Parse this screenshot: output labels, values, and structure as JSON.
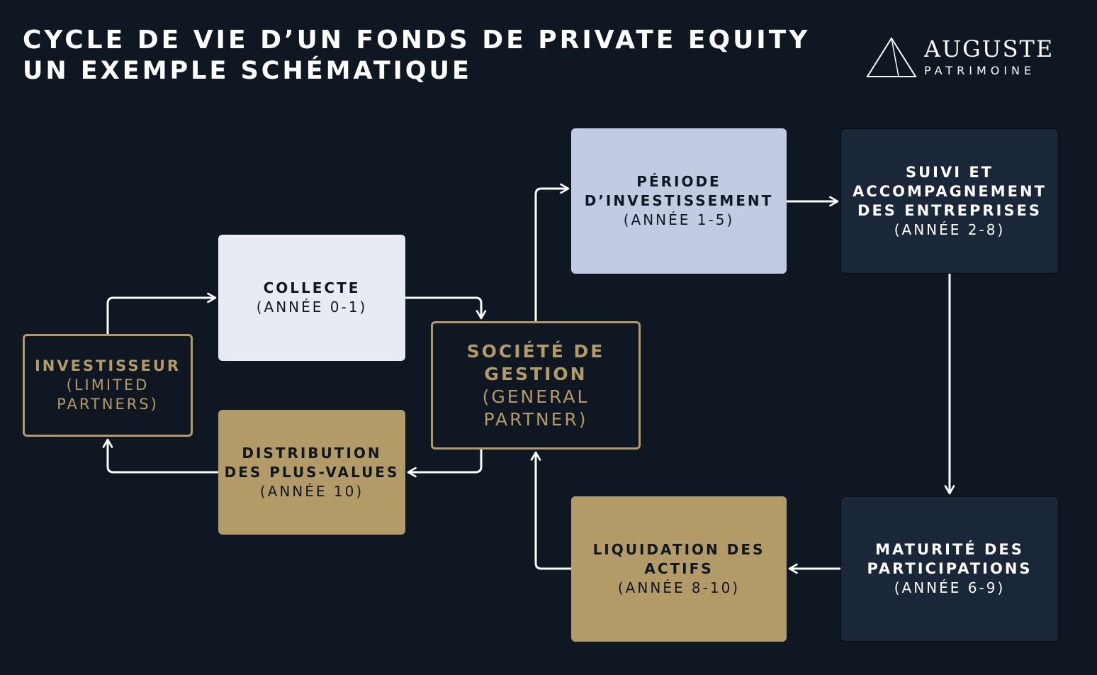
{
  "header": {
    "title": "CYCLE DE VIE D’UN FONDS DE PRIVATE EQUITY",
    "subtitle": "UN EXEMPLE SCHÉMATIQUE"
  },
  "logo": {
    "name": "AUGUSTE",
    "sub": "PATRIMOINE",
    "icon": "triangle-logo-icon"
  },
  "colors": {
    "background": "#0f1822",
    "gold": "#b39b67",
    "light": "#e8ebf4",
    "lavender": "#c1cbe1",
    "navy": "#1a2739",
    "arrow": "#ffffff"
  },
  "nodes": {
    "investisseur": {
      "title": "INVESTISSEUR",
      "subtitle": "(LIMITED PARTNERS)"
    },
    "collecte": {
      "title": "COLLECTE",
      "subtitle": "(ANNÉE 0-1)"
    },
    "distribution": {
      "title": "DISTRIBUTION DES PLUS-VALUES",
      "subtitle": "(ANNÉE 10)"
    },
    "societe": {
      "title": "SOCIÉTÉ DE GESTION",
      "subtitle": "(GENERAL PARTNER)"
    },
    "periode": {
      "title": "PÉRIODE D’INVESTISSEMENT",
      "subtitle": "(ANNÉE 1-5)"
    },
    "suivi": {
      "title": "SUIVI ET ACCOMPAGNEMENT DES ENTREPRISES",
      "subtitle": "(ANNÉE 2-8)"
    },
    "maturite": {
      "title": "MATURITÉ DES PARTICIPATIONS",
      "subtitle": "(ANNÉE 6-9)"
    },
    "liquidation": {
      "title": "LIQUIDATION DES ACTIFS",
      "subtitle": "(ANNÉE 8-10)"
    }
  },
  "edges": [
    {
      "from": "investisseur",
      "to": "collecte"
    },
    {
      "from": "collecte",
      "to": "societe"
    },
    {
      "from": "societe",
      "to": "periode"
    },
    {
      "from": "periode",
      "to": "suivi"
    },
    {
      "from": "suivi",
      "to": "maturite"
    },
    {
      "from": "maturite",
      "to": "liquidation"
    },
    {
      "from": "liquidation",
      "to": "societe"
    },
    {
      "from": "societe",
      "to": "distribution"
    },
    {
      "from": "distribution",
      "to": "investisseur"
    }
  ]
}
